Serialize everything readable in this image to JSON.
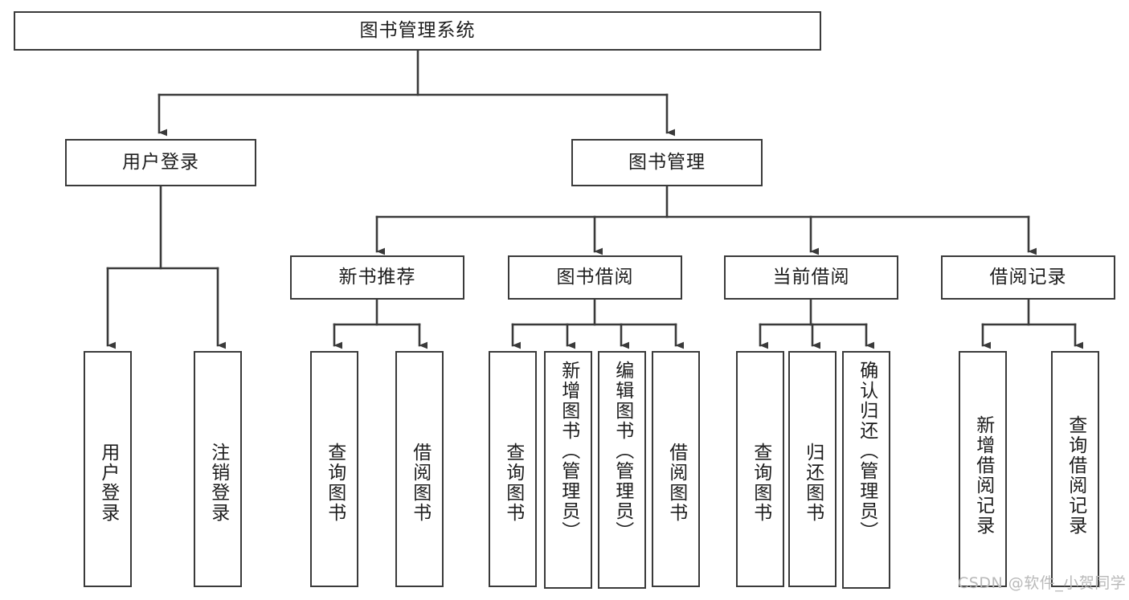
{
  "diagram": {
    "type": "tree-hierarchy",
    "title": "图书管理系统",
    "orientation": "top-down",
    "colors": {
      "node_border": "#3a3a3a",
      "node_fill": "#ffffff",
      "edge": "#3a3a3a",
      "text": "#1d1d1d",
      "watermark": "#b9b9b9",
      "background": "#ffffff"
    },
    "root": {
      "id": "root",
      "label": "图书管理系统"
    },
    "level2": [
      {
        "id": "login",
        "label": "用户登录"
      },
      {
        "id": "book-mgmt",
        "label": "图书管理"
      }
    ],
    "level3": [
      {
        "id": "new-book-rec",
        "label": "新书推荐"
      },
      {
        "id": "book-borrow",
        "label": "图书借阅"
      },
      {
        "id": "current-borrow",
        "label": "当前借阅"
      },
      {
        "id": "borrow-record",
        "label": "借阅记录"
      }
    ],
    "leaves": {
      "login": [
        {
          "id": "user-login",
          "label": "用户登录"
        },
        {
          "id": "user-logout",
          "label": "注销登录"
        }
      ],
      "new-book-rec": [
        {
          "id": "query-book-1",
          "label": "查询图书"
        },
        {
          "id": "borrow-book-1",
          "label": "借阅图书"
        }
      ],
      "book-borrow": [
        {
          "id": "query-book-2",
          "label": "查询图书"
        },
        {
          "id": "add-book",
          "label": "新增图书（管理员）"
        },
        {
          "id": "edit-book",
          "label": "编辑图书（管理员）"
        },
        {
          "id": "borrow-book-2",
          "label": "借阅图书"
        }
      ],
      "current-borrow": [
        {
          "id": "query-book-3",
          "label": "查询图书"
        },
        {
          "id": "return-book",
          "label": "归还图书"
        },
        {
          "id": "confirm-return",
          "label": "确认归还（管理员）"
        }
      ],
      "borrow-record": [
        {
          "id": "add-borrow-record",
          "label": "新增借阅记录"
        },
        {
          "id": "query-borrow-record",
          "label": "查询借阅记录"
        }
      ]
    }
  },
  "watermark": {
    "text": "CSDN @软件_小贺同学"
  }
}
